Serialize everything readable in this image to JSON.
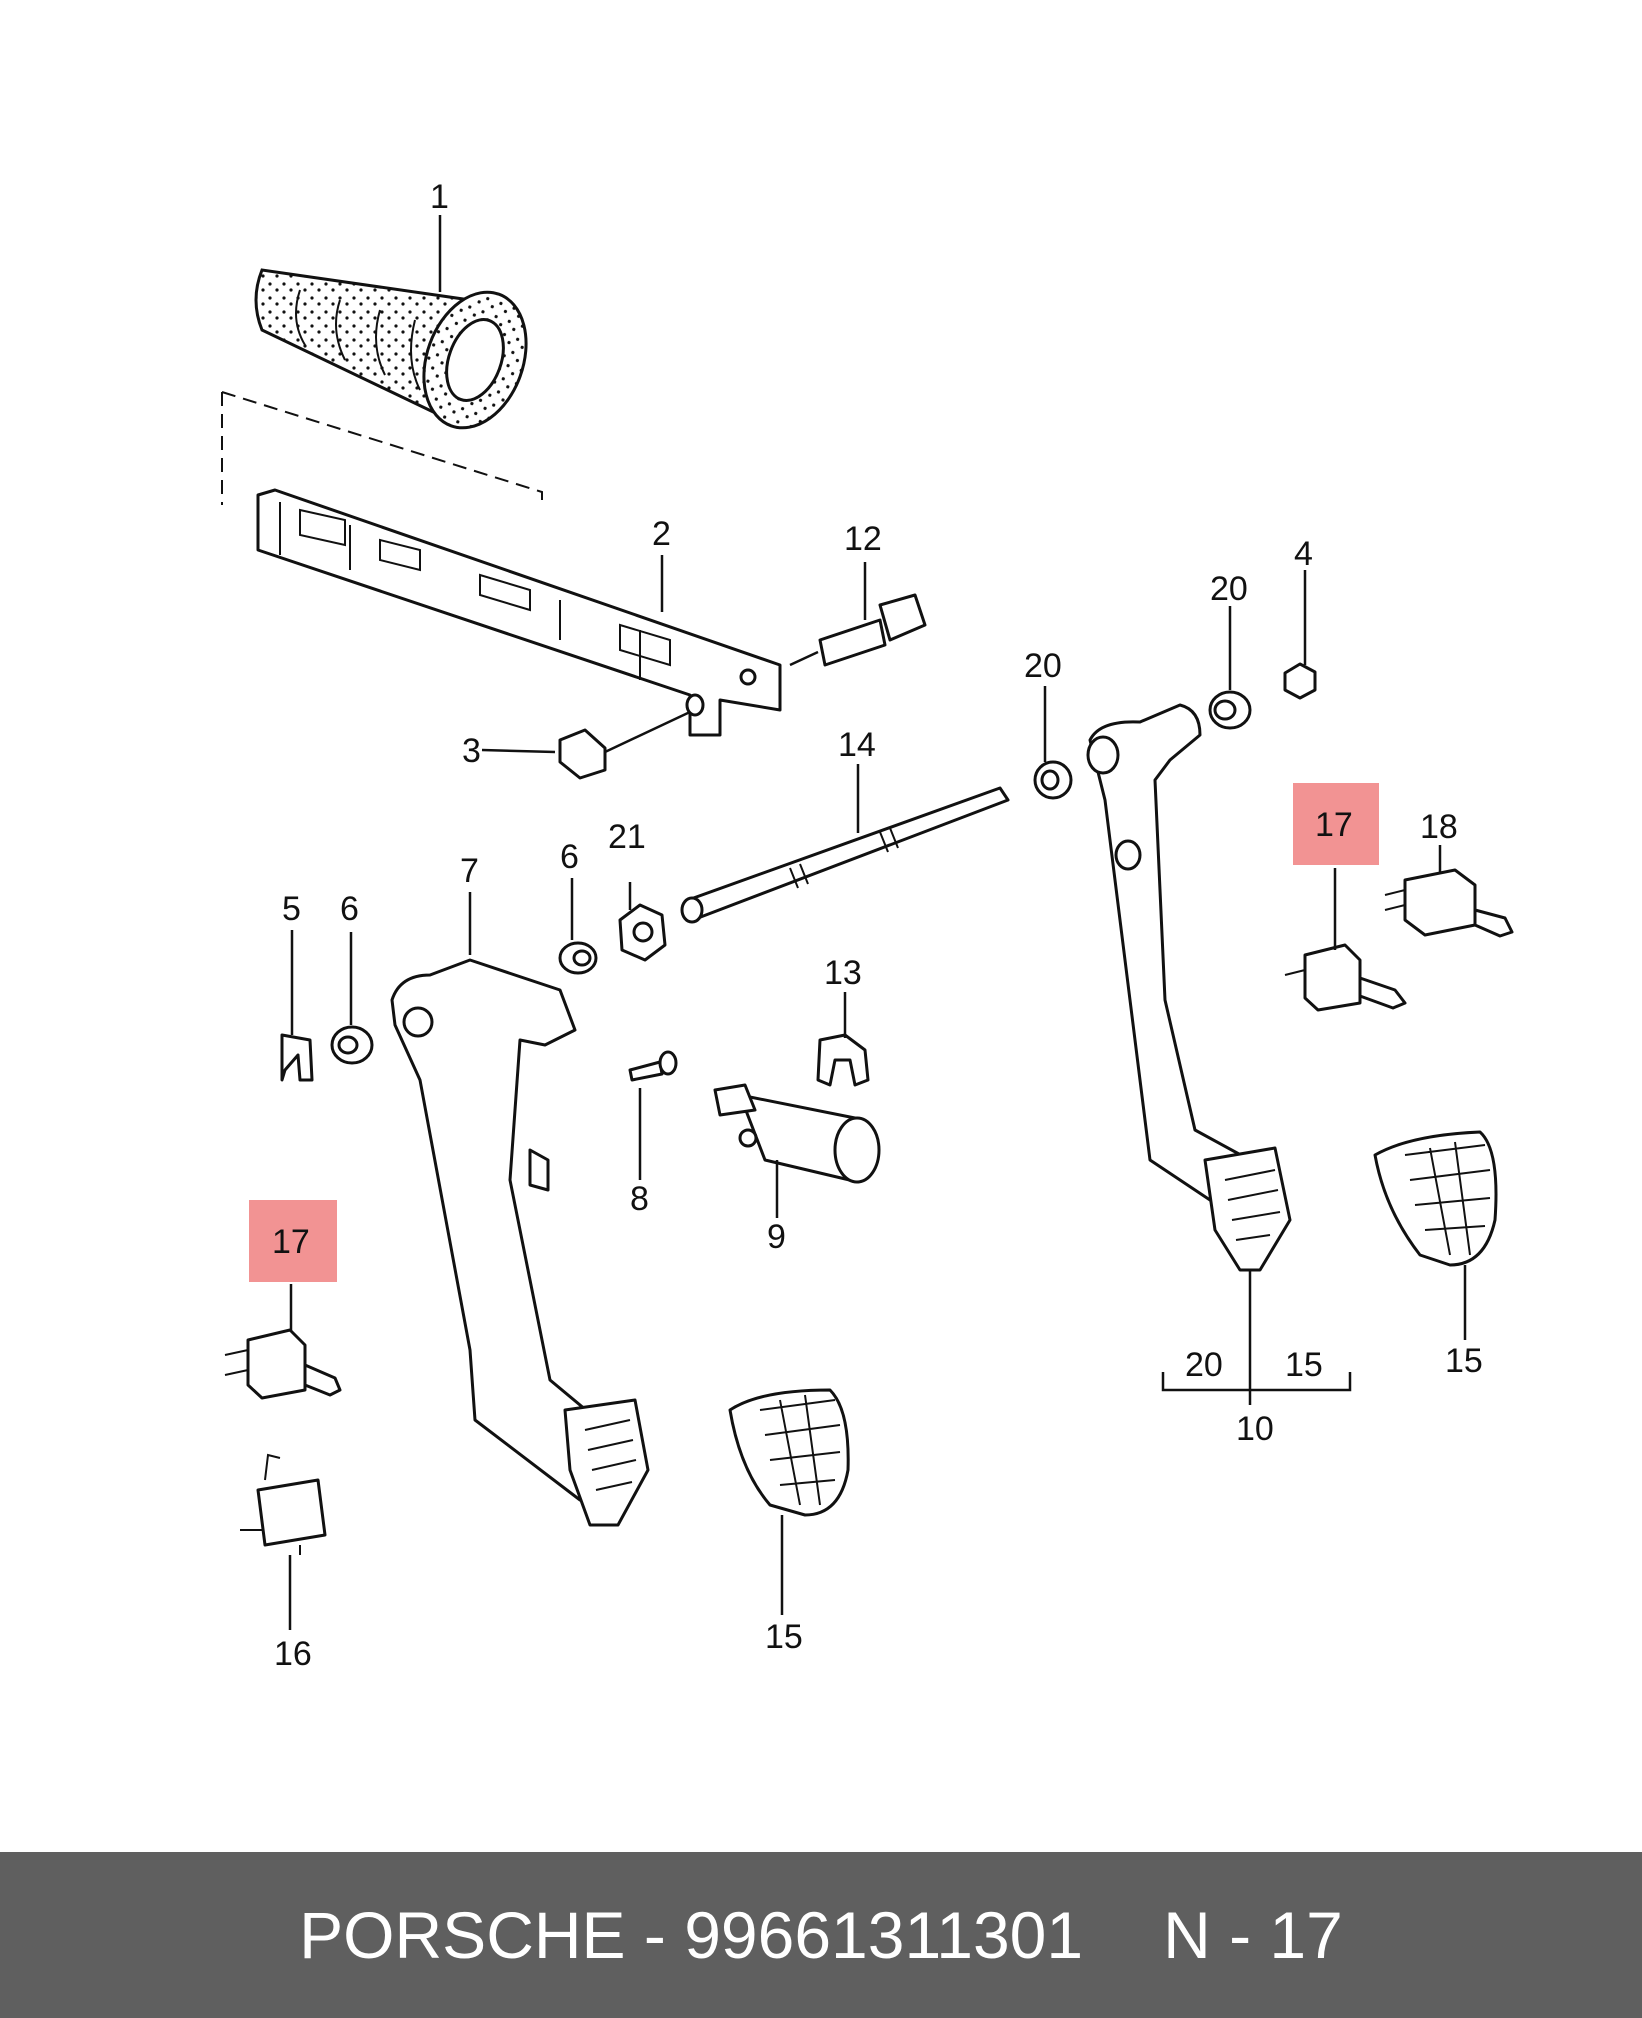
{
  "diagram": {
    "callouts": {
      "c1": "1",
      "c2": "2",
      "c3": "3",
      "c4": "4",
      "c5": "5",
      "c6a": "6",
      "c6b": "6",
      "c7": "7",
      "c8": "8",
      "c9": "9",
      "c10": "10",
      "c12": "12",
      "c13": "13",
      "c14": "14",
      "c15a": "15",
      "c15b": "15",
      "c15c": "15",
      "c16": "16",
      "c17a": "17",
      "c17b": "17",
      "c18": "18",
      "c20a": "20",
      "c20b": "20",
      "c20c": "20",
      "c21": "21"
    },
    "highlight_color": "#f08080"
  },
  "footer": {
    "brand": "PORSCHE",
    "separator": "-",
    "part_number": "99661311301",
    "position": "N - 17"
  }
}
